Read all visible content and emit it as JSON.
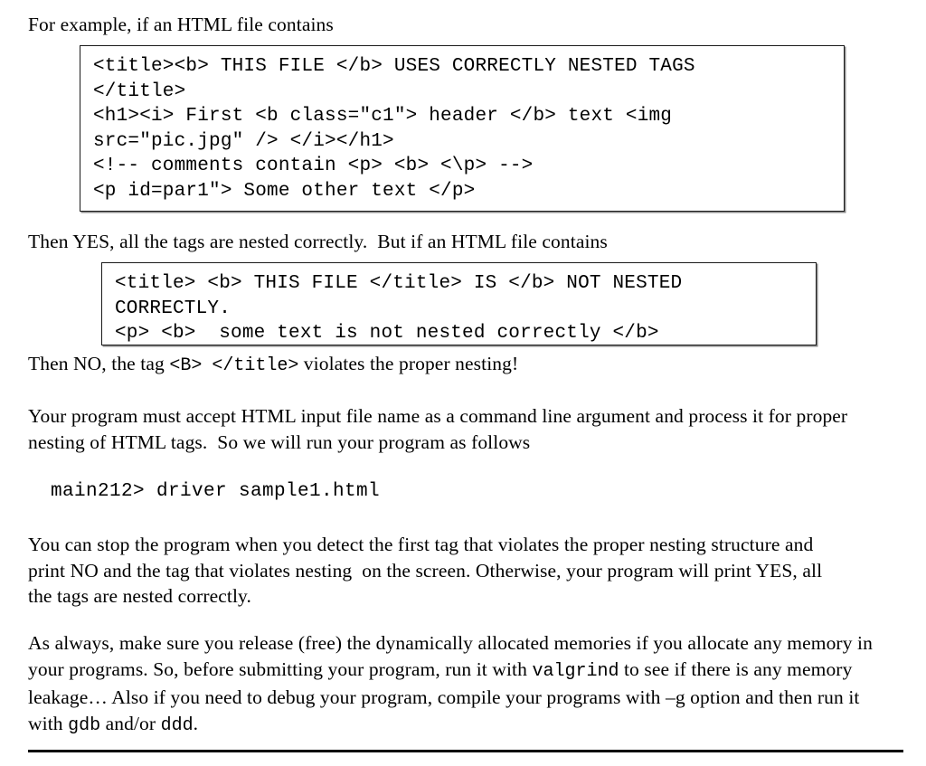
{
  "document": {
    "intro_line": "For example, if an HTML file contains",
    "code_block_1": {
      "lines": [
        "<title><b> THIS FILE </b> USES CORRECTLY NESTED TAGS",
        "</title>",
        "<h1><i> First <b class=\"c1\"> header </b> text <img",
        "src=\"pic.jpg\" /> </i></h1>",
        "<!-- comments contain <p> <b> <\\p> -->",
        "<p id=par1\"> Some other text </p>"
      ],
      "text": "<title><b> THIS FILE </b> USES CORRECTLY NESTED TAGS\n</title>\n<h1><i> First <b class=\"c1\"> header </b> text <img\nsrc=\"pic.jpg\" /> </i></h1>\n<!-- comments contain <p> <b> <\\p> -->\n<p id=par1\"> Some other text </p>"
    },
    "then_yes_line": "Then YES, all the tags are nested correctly.  But if an HTML file contains",
    "code_block_2": {
      "lines": [
        "<title> <b> THIS FILE </title> IS </b> NOT NESTED",
        "CORRECTLY.",
        "<p> <b>  some text is not nested correctly </b>"
      ],
      "text": "<title> <b> THIS FILE </title> IS </b> NOT NESTED\nCORRECTLY.\n<p> <b>  some text is not nested correctly </b>"
    },
    "then_no_line": {
      "part1": "Then NO, the tag ",
      "mono1": "<B>",
      "part2": "  ",
      "mono2": "</title>",
      "part3": " violates the proper nesting!"
    },
    "must_accept_paragraph": "Your program must accept HTML input file name as a command line argument and process it for proper nesting of HTML tags.  So we will run your program as follows",
    "command_line": "main212> driver sample1.html",
    "stop_paragraph": "You can stop the program when you detect the first tag that violates the proper nesting structure and print NO and the tag that violates nesting  on the screen. Otherwise, your program will print YES, all the tags are nested correctly.",
    "memory_paragraph": {
      "part1": "As always, make sure you release (free) the dynamically allocated memories if you allocate any memory in your programs. So, before submitting your program, run it with ",
      "mono1": "valgrind",
      "part2": " to see if there is any memory leakage… Also if you need to debug your program, compile your programs with –g option and then run it with ",
      "mono2": "gdb",
      "part3": " and/or ",
      "mono3": "ddd",
      "part4": "."
    }
  },
  "colors": {
    "text": "#000000",
    "background": "#ffffff",
    "box_border": "#1a1a1a",
    "box_shadow": "#8a8a8a",
    "rule": "#000000"
  }
}
